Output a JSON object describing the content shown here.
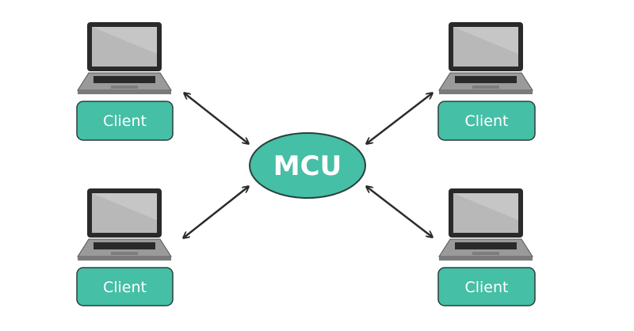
{
  "colors": {
    "node_fill": "#45bfa6",
    "node_stroke": "#2b3f3a",
    "laptop_frame": "#2a2a2a",
    "laptop_screen": "#b8b8b8",
    "laptop_base": "#9a9a9a",
    "arrow": "#2b2b2b"
  },
  "hub": {
    "label": "MCU"
  },
  "clients": [
    {
      "label": "Client",
      "icon": "laptop-icon"
    },
    {
      "label": "Client",
      "icon": "laptop-icon"
    },
    {
      "label": "Client",
      "icon": "laptop-icon"
    },
    {
      "label": "Client",
      "icon": "laptop-icon"
    }
  ]
}
